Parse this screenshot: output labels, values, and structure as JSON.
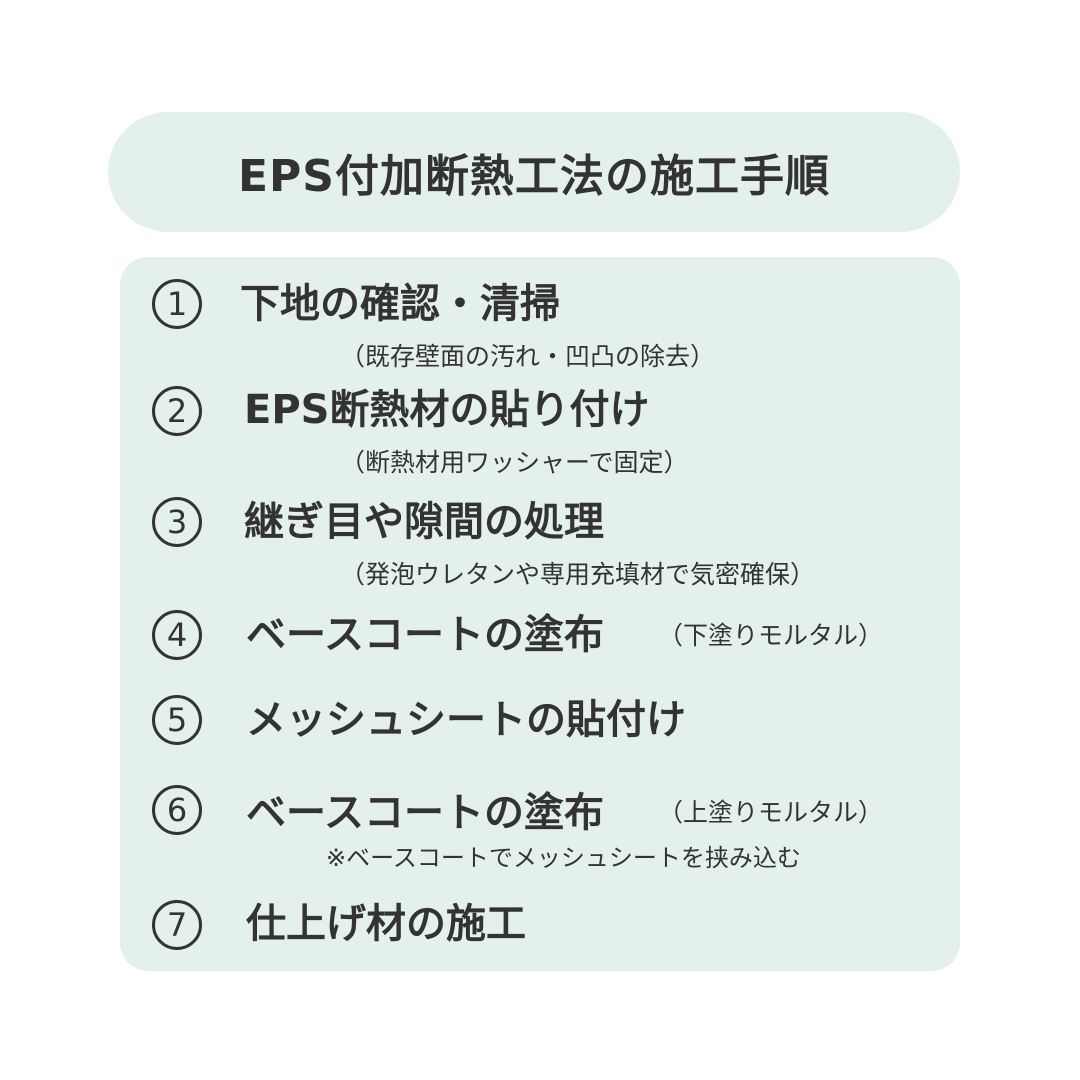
{
  "title": "EPS付加断熱工法の施工手順",
  "steps": [
    {
      "num": "1",
      "label": "下地の確認・清掃",
      "sub": "（既存壁面の汚れ・凹凸の除去）"
    },
    {
      "num": "2",
      "label": "EPS断熱材の貼り付け",
      "sub": "（断熱材用ワッシャーで固定）"
    },
    {
      "num": "3",
      "label": "継ぎ目や隙間の処理",
      "sub": "（発泡ウレタンや専用充填材で気密確保）"
    },
    {
      "num": "4",
      "label": "ベースコートの塗布",
      "sub": "（下塗りモルタル）"
    },
    {
      "num": "5",
      "label": "メッシュシートの貼付け"
    },
    {
      "num": "6",
      "label": "ベースコートの塗布",
      "sub": "（上塗りモルタル）",
      "note": "※ベースコートでメッシュシートを挟み込む"
    },
    {
      "num": "7",
      "label": "仕上げ材の施工"
    }
  ],
  "colors": {
    "panel": "#e4f1ea",
    "text": "#333333",
    "background": "#ffffff"
  }
}
